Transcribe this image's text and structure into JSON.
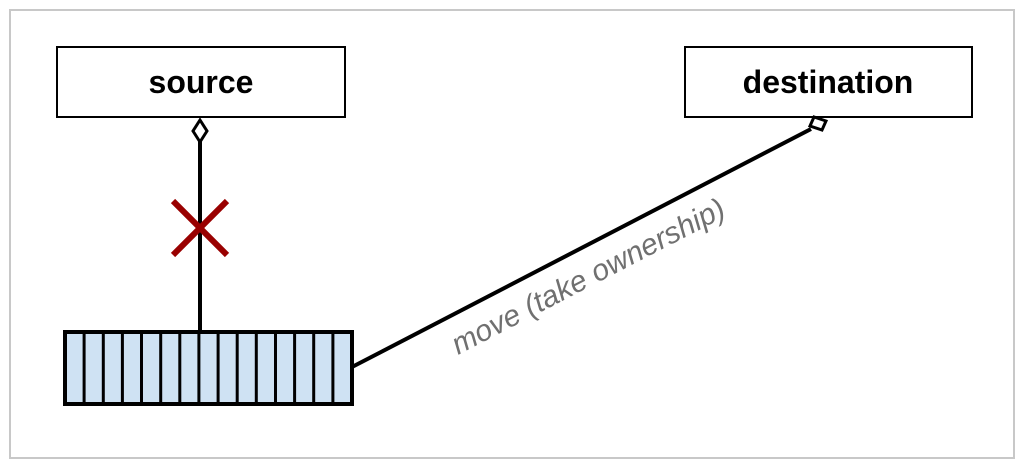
{
  "nodes": {
    "source": {
      "label": "source"
    },
    "destination": {
      "label": "destination"
    }
  },
  "edges": {
    "move": {
      "label": "move (take ownership)"
    }
  },
  "colors": {
    "frame": "#c8c8c8",
    "stroke": "#000000",
    "buffer_fill": "#cfe2f3",
    "cross": "#990000",
    "edge_label": "#707070"
  }
}
